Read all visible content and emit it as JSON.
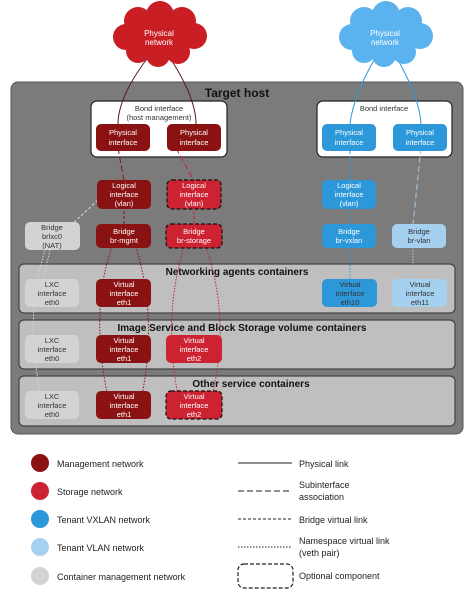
{
  "clouds": {
    "left": {
      "line1": "Physical",
      "line2": "network"
    },
    "right": {
      "line1": "Physical",
      "line2": "network"
    }
  },
  "host": {
    "title": "Target host"
  },
  "bonds": {
    "left": {
      "line1": "Bond interface",
      "line2": "(host management)"
    },
    "right": {
      "line1": "Bond interface"
    }
  },
  "phys": {
    "line1": "Physical",
    "line2": "interface"
  },
  "nodes": {
    "logical_mgmt": {
      "line1": "Logical",
      "line2": "interface",
      "line3": "(vlan)"
    },
    "logical_storage": {
      "line1": "Logical",
      "line2": "interface",
      "line3": "(vlan)"
    },
    "logical_vxlan": {
      "line1": "Logical",
      "line2": "interface",
      "line3": "(vlan)"
    },
    "bridge_nat": {
      "line1": "Bridge",
      "line2": "brlxc0",
      "line3": "(NAT)"
    },
    "bridge_mgmt": {
      "line1": "Bridge",
      "line2": "br-mgmt"
    },
    "bridge_storage": {
      "line1": "Bridge",
      "line2": "br-storage"
    },
    "bridge_vxlan": {
      "line1": "Bridge",
      "line2": "br-vxlan"
    },
    "bridge_vlan": {
      "line1": "Bridge",
      "line2": "br-vlan"
    }
  },
  "sections": {
    "networking": "Networking agents containers",
    "image": "Image Service and Block Storage volume containers",
    "other": "Other service containers"
  },
  "lxc": {
    "line1": "LXC",
    "line2": "interface",
    "line3": "eth0"
  },
  "virtual": {
    "line1": "Virtual",
    "line2": "interface",
    "eth1": "eth1",
    "eth2": "eth2",
    "eth10": "eth10",
    "eth11": "eth11"
  },
  "legend": {
    "networks": [
      {
        "label": "Management network",
        "color": "#8b1212"
      },
      {
        "label": "Storage network",
        "color": "#cc2232"
      },
      {
        "label": "Tenant VXLAN network",
        "color": "#2c97d9"
      },
      {
        "label": "Tenant VLAN network",
        "color": "#a6d0f0"
      },
      {
        "label": "Container management network",
        "color": "#d3d3d3"
      }
    ],
    "links": {
      "physical": "Physical link",
      "subinterface_1": "Subinterface",
      "subinterface_2": "association",
      "bridge": "Bridge virtual link",
      "namespace_1": "Namespace virtual link",
      "namespace_2": "(veth pair)",
      "optional": "Optional component"
    }
  }
}
